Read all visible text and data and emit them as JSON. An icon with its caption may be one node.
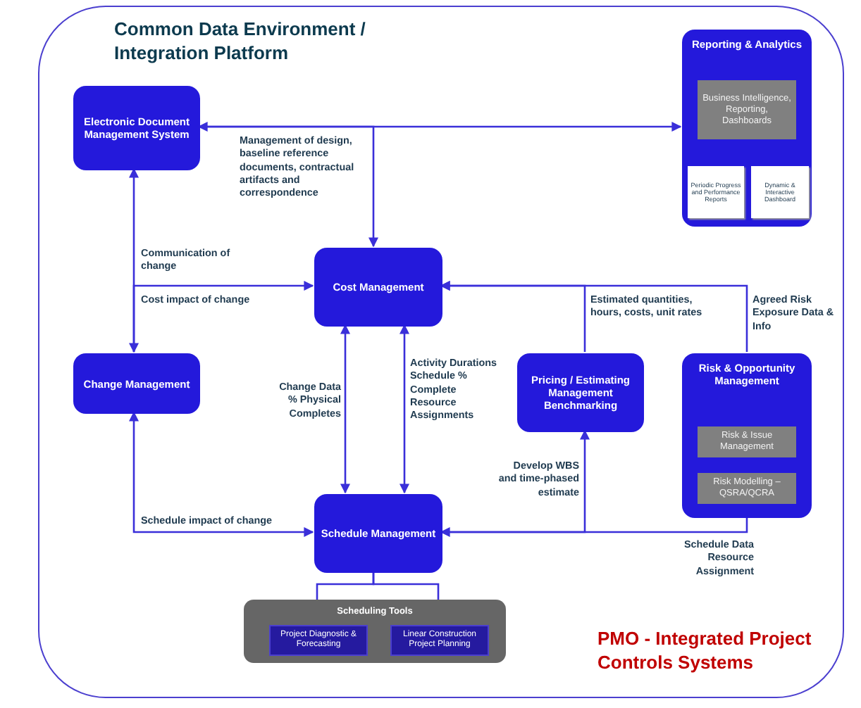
{
  "diagram": {
    "nodes": [
      {
        "text": [
          "Common Data Environment / Integration Platform"
        ]
      },
      {
        "text": [
          "Electronic Document Management System"
        ],
        "in": 0
      },
      {
        "text": [
          "Reporting & Analytics"
        ],
        "in": 0
      },
      {
        "text": [
          "Business Intelligence, Reporting, Dashboards"
        ],
        "in": 2
      },
      {
        "text": [
          "Periodic Progress and Performance Reports"
        ],
        "in": 2
      },
      {
        "text": [
          "Dynamic & Interactive Dashboard"
        ],
        "in": 2
      },
      {
        "text": [
          "Cost Management"
        ],
        "in": 0
      },
      {
        "text": [
          "Change Management"
        ],
        "in": 0
      },
      {
        "text": [
          "Pricing / Estimating Management Benchmarking"
        ],
        "in": 0
      },
      {
        "text": [
          "Risk & Opportunity Management"
        ],
        "in": 0
      },
      {
        "text": [
          "Risk & Issue Management"
        ],
        "in": 9
      },
      {
        "text": [
          "Risk Modelling – QSRA/QCRA"
        ],
        "in": 9
      },
      {
        "text": [
          "Schedule Management"
        ],
        "in": 0
      },
      {
        "text": [
          "Scheduling Tools"
        ],
        "in": 0
      },
      {
        "text": [
          "Project Diagnostic & Forecasting"
        ],
        "in": 13
      },
      {
        "text": [
          "Linear Construction Project Planning"
        ],
        "in": 13
      }
    ],
    "edges": [
      {
        "from": 1,
        "to": 2,
        "arrow": "both",
        "label": "Management of design, baseline reference documents, contractual artifacts and correspondence"
      },
      {
        "from": 1,
        "to": 6,
        "arrow": "to"
      },
      {
        "from": 1,
        "to": 7,
        "arrow": "both",
        "label": "Communication of change"
      },
      {
        "from": 7,
        "to": 6,
        "arrow": "to",
        "label": "Cost impact of change"
      },
      {
        "from": 6,
        "to": 12,
        "arrow": "both",
        "label": "Change Data % Physical Completes"
      },
      {
        "from": 6,
        "to": 12,
        "arrow": "both",
        "label": "Activity Durations Schedule % Complete Resource Assignments"
      },
      {
        "from": 8,
        "to": 6,
        "arrow": "to",
        "label": "Estimated quantities, hours, costs, unit rates"
      },
      {
        "from": 9,
        "to": 6,
        "arrow": "to",
        "label": "Agreed Risk Exposure Data & Info"
      },
      {
        "from": 7,
        "to": 12,
        "arrow": "both",
        "label": "Schedule impact of change"
      },
      {
        "from": 12,
        "to": 8,
        "arrow": "to",
        "label": "Develop WBS and time-phased estimate"
      },
      {
        "from": 9,
        "to": 12,
        "arrow": "to",
        "label": "Schedule Data Resource Assignment"
      },
      {
        "from": 12,
        "to": 14,
        "arrow": "none"
      },
      {
        "from": 12,
        "to": 15,
        "arrow": "none"
      }
    ],
    "labels": [
      "PMO - Integrated Project Controls Systems"
    ]
  }
}
